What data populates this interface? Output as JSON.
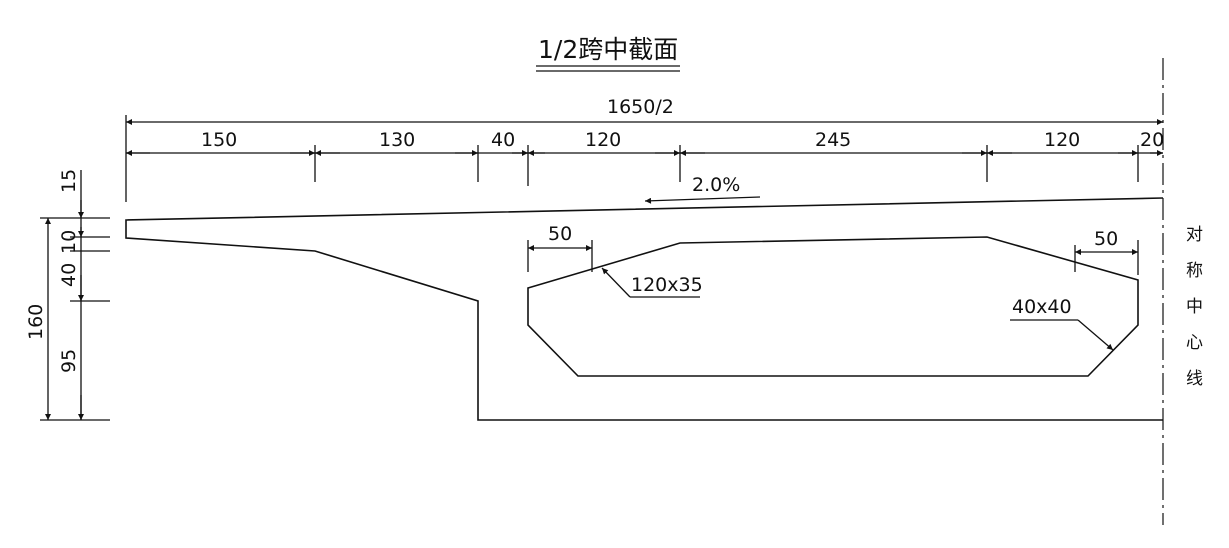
{
  "title": "1/2跨中截面",
  "top_dimensions": {
    "overall": "1650/2",
    "segments": [
      "150",
      "130",
      "40",
      "120",
      "245",
      "120",
      "20"
    ]
  },
  "left_dimensions": {
    "overall": "160",
    "segments": [
      "15",
      "10",
      "40",
      "95"
    ]
  },
  "slope_label": "2.0%",
  "annotations": {
    "left_chamfer_width": "50",
    "right_chamfer_width": "50",
    "top_chamfer": "120x35",
    "bottom_chamfer": "40x40"
  },
  "centerline_label": [
    "对",
    "称",
    "中",
    "心",
    "线"
  ]
}
